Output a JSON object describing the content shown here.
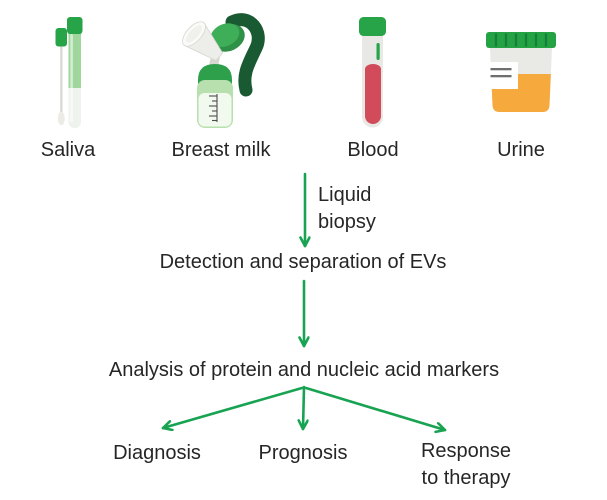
{
  "samples": [
    {
      "label": "Saliva",
      "icon": "saliva-swab-tube-icon"
    },
    {
      "label": "Breast milk",
      "icon": "breast-pump-icon"
    },
    {
      "label": "Blood",
      "icon": "blood-tube-icon"
    },
    {
      "label": "Urine",
      "icon": "urine-cup-icon"
    }
  ],
  "flow": {
    "arrow1_label": "Liquid biopsy",
    "step1": "Detection and separation of EVs",
    "step2": "Analysis of protein and nucleic acid markers",
    "outcomes": [
      "Diagnosis",
      "Prognosis",
      "Response to therapy"
    ]
  },
  "colors": {
    "arrow_green": "#18a352",
    "cap_green": "#27a348",
    "lid_ridge_green": "#14803a",
    "dark_green_handle": "#1a5a32",
    "pump_green": "#3fae59",
    "bottle_light_green": "#b7e0ae",
    "saliva_green": "#9ed69b",
    "blood_red": "#d14b5b",
    "urine_orange": "#f6a93d",
    "tube_gray": "#e8e8e5",
    "text": "#262626",
    "background": "#ffffff"
  }
}
